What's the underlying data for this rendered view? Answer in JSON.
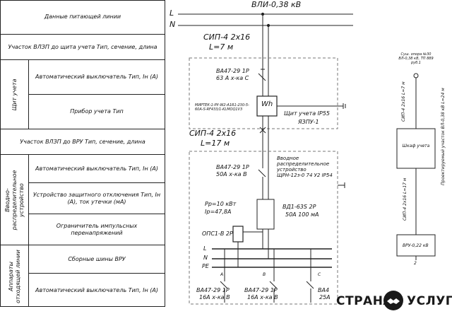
{
  "left_table": {
    "row_supply": "Данные питающей линии",
    "row_section1": "Участок ВЛЗП до щита учета Тип, сечение, длина",
    "group_meter": "Щит учета",
    "row_breaker1": "Автоматический выключатель Тип, Iн (А)",
    "row_meter": "Прибор учета Тип",
    "row_section2": "Участок ВЛЗП до ВРУ Тип, сечение, длина",
    "group_vru": "Вводно- распределительное устройство",
    "row_breaker2": "Автоматический выключатель Тип, Iн (А)",
    "row_rcd": "Устройство защитного отключения Тип, Iн (А), ток утечки (мА)",
    "row_surge": "Ограничитель импульсных перенапряжений",
    "group_loads": "Аппараты отходящей линии",
    "row_busbar": "Сборные шины ВРУ",
    "row_breaker3": "Автоматический выключатель Тип, Iн (А)"
  },
  "diagram": {
    "line_label": "ВЛИ-0,38 кВ",
    "bus_L": "L",
    "bus_N": "N",
    "cable1_type": "СИП-4 2х16",
    "cable1_len": "L=7 м",
    "breaker1_type": "ВА47-29 1Р",
    "breaker1_rating": "63 А х-ка С",
    "meter_symbol": "Wh",
    "meter_model": "МИРТЕК-1-РУ-W2-А1R1-230-5-60А-S-RF433/1-KLMOQ1V3",
    "meter_panel": "Щит учета IP55",
    "meter_panel_code": "ЯЗПУ-1",
    "cable2_type": "СИП-4 2х16",
    "cable2_len": "L=17 м",
    "breaker2_type": "ВА47-29 1Р",
    "breaker2_rating": "50А х-ка В",
    "vru_title": "Вводное распределительное устройство ЩРН-12з-0 74 У2 IP54",
    "power_p": "Pр=10 кВт",
    "power_i": "Iр=47,8А",
    "rcd_type": "ВД1-63S 2Р",
    "rcd_rating": "50А 100 мА",
    "surge_type": "ОПС1-В 2Р",
    "bus2_L": "L",
    "bus2_N": "N",
    "bus2_PE": "PE",
    "out1_type": "ВА47-29 1Р",
    "out1_rating": "16А х-ка В",
    "out2_type": "ВА47-29 1Р",
    "out2_rating": "16А х-ка В",
    "out3_type": "ВА4",
    "out3_rating": "25А",
    "out1_tag": "А",
    "out2_tag": "В",
    "out3_tag": "С"
  },
  "right_schema": {
    "pole_top_1": "Суш. опора №30",
    "pole_top_2": "ВЛ-0,38 кВ, ТП 889",
    "pole_top_3": "руб.1",
    "cable_a": "СИП-4 2х16 L=7 м",
    "box_label": "Шкаф учета",
    "cable_b": "СИП-4 2х16 L=17 м",
    "vru_box": "ВРУ-0,22 кВ",
    "side_text": "Проектируемый участок ВЛ-0,38 кВ L=24 м",
    "bottom_mark": "2"
  },
  "watermark": {
    "left_word": "СТРАНА",
    "right_word": "УСЛУГ"
  },
  "colors": {
    "line": "#222222",
    "dash": "#777777",
    "logo_text": "#1a1a1a",
    "logo_icon": "#1a1a1a"
  }
}
